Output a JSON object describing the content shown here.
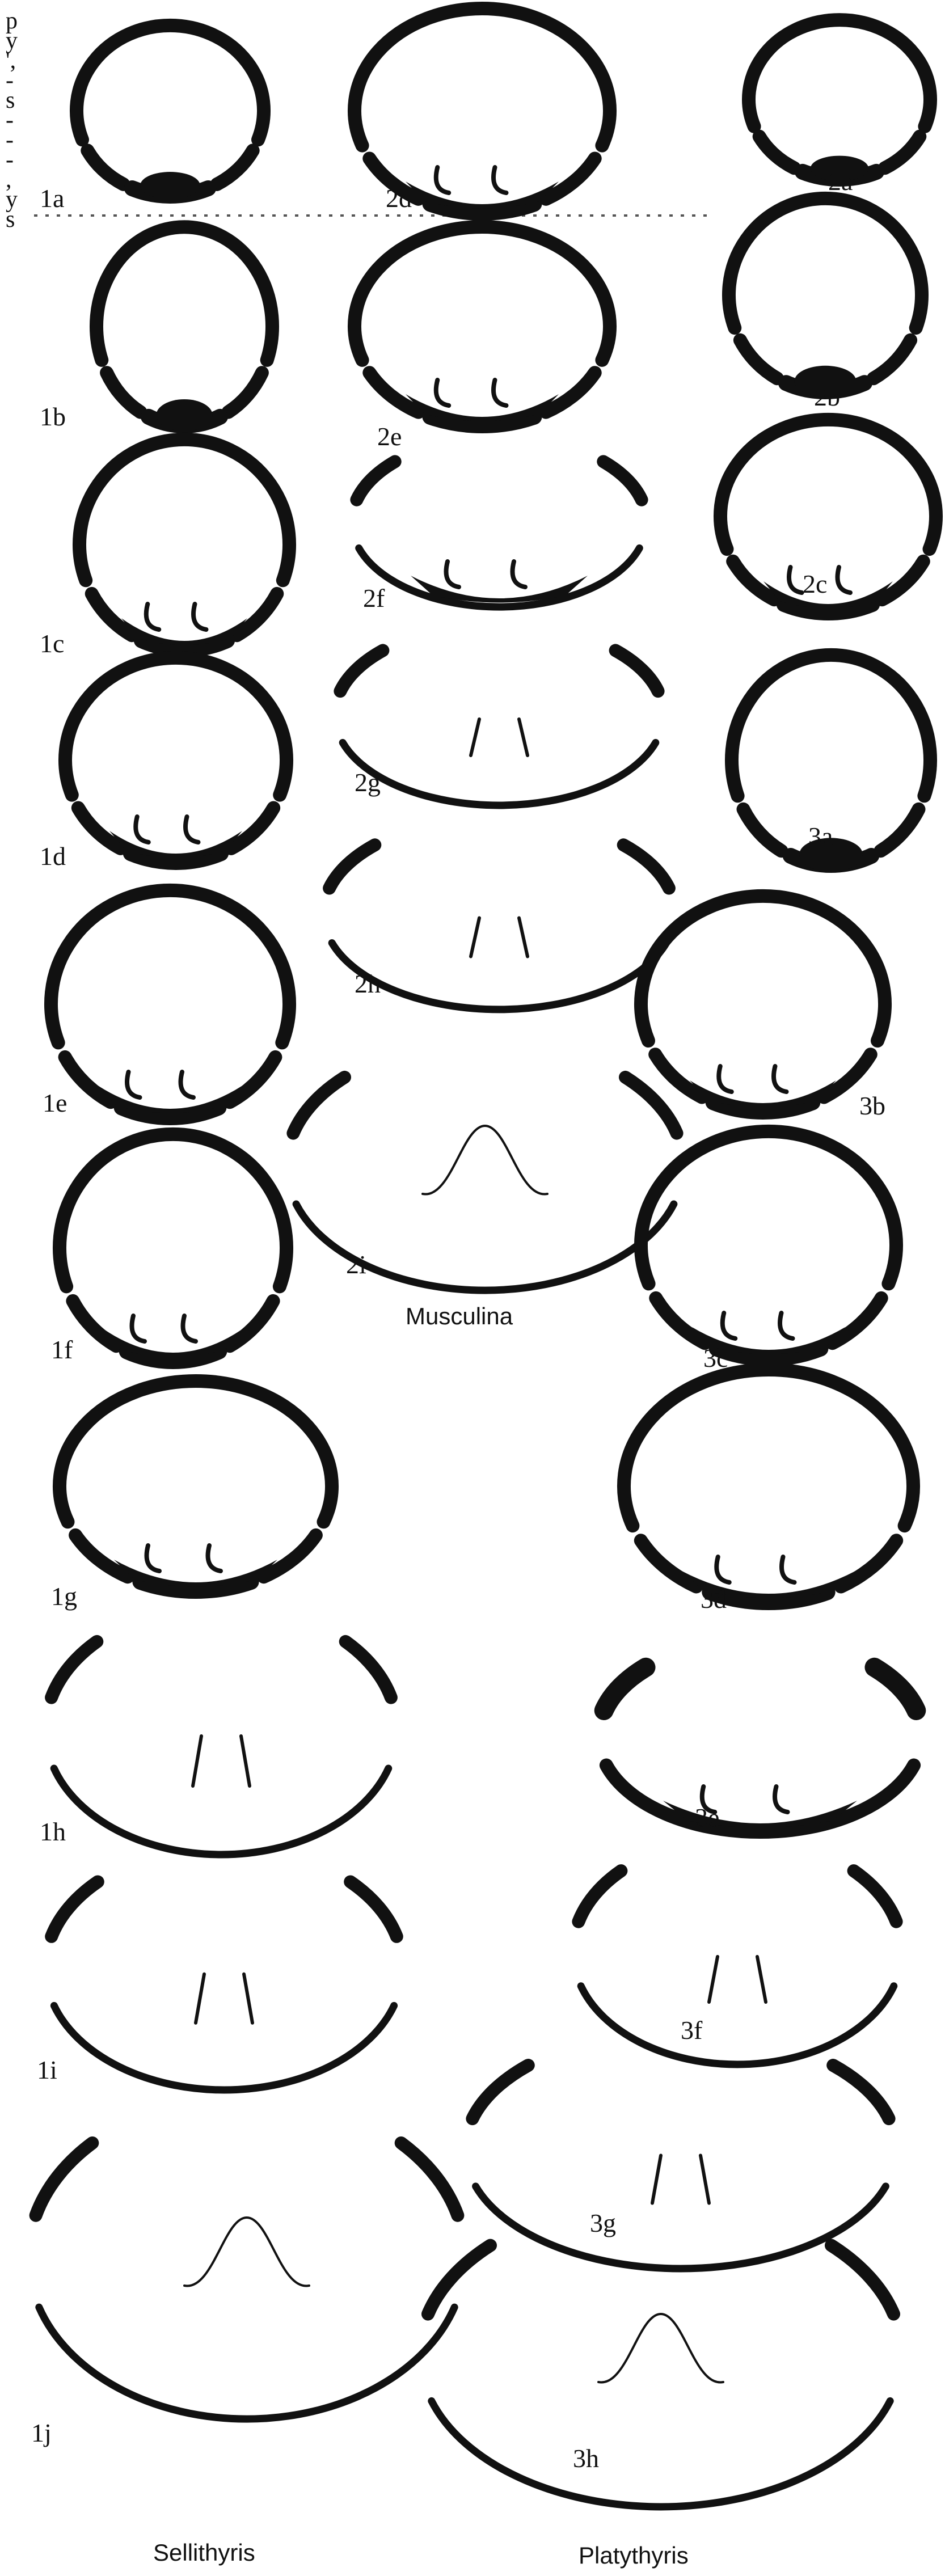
{
  "figure": {
    "title": "",
    "colors": {
      "ink": "#111111",
      "paper": "#ffffff"
    },
    "truncated_text_edge": [
      "p",
      "y",
      "',",
      "-",
      "s",
      "-",
      "-",
      "-",
      ",",
      "y",
      "s"
    ],
    "genera": [
      "Sellithyris",
      "Musculina",
      "Platythyris"
    ],
    "sections": [
      {
        "id": "1a",
        "label": "1a",
        "genus": "Sellithyris",
        "shape": "closed",
        "ring": "thick",
        "ventral": "solid"
      },
      {
        "id": "1b",
        "label": "1b",
        "genus": "Sellithyris",
        "shape": "closed",
        "ring": "thick",
        "ventral": "solid"
      },
      {
        "id": "1c",
        "label": "1c",
        "genus": "Sellithyris",
        "shape": "closed",
        "ring": "thick",
        "ventral": "crura"
      },
      {
        "id": "1d",
        "label": "1d",
        "genus": "Sellithyris",
        "shape": "closed",
        "ring": "thick",
        "ventral": "crura"
      },
      {
        "id": "1e",
        "label": "1e",
        "genus": "Sellithyris",
        "shape": "closed",
        "ring": "thick",
        "ventral": "crura"
      },
      {
        "id": "1f",
        "label": "1f",
        "genus": "Sellithyris",
        "shape": "closed",
        "ring": "thick",
        "ventral": "crura"
      },
      {
        "id": "1g",
        "label": "1g",
        "genus": "Sellithyris",
        "shape": "closed",
        "ring": "thick",
        "ventral": "crura"
      },
      {
        "id": "1h",
        "label": "1h",
        "genus": "Sellithyris",
        "shape": "open",
        "ring": "thin",
        "ventral": "ticks"
      },
      {
        "id": "1i",
        "label": "1i",
        "genus": "Sellithyris",
        "shape": "open",
        "ring": "thin",
        "ventral": "ticks"
      },
      {
        "id": "1j",
        "label": "1j",
        "genus": "Sellithyris",
        "shape": "open",
        "ring": "thin",
        "ventral": "loop"
      },
      {
        "id": "2a",
        "label": "2a",
        "genus": "Musculina",
        "shape": "closed",
        "ring": "thick",
        "ventral": "solid"
      },
      {
        "id": "2b",
        "label": "2b",
        "genus": "Musculina",
        "shape": "closed",
        "ring": "thick",
        "ventral": "solid"
      },
      {
        "id": "2c",
        "label": "2c",
        "genus": "Musculina",
        "shape": "closed",
        "ring": "thick",
        "ventral": "crura"
      },
      {
        "id": "2d",
        "label": "2d",
        "genus": "Musculina",
        "shape": "closed",
        "ring": "thick",
        "ventral": "crura"
      },
      {
        "id": "2e",
        "label": "2e",
        "genus": "Musculina",
        "shape": "closed",
        "ring": "thick",
        "ventral": "crura"
      },
      {
        "id": "2f",
        "label": "2f",
        "genus": "Musculina",
        "shape": "open",
        "ring": "thin",
        "ventral": "crura"
      },
      {
        "id": "2g",
        "label": "2g",
        "genus": "Musculina",
        "shape": "open",
        "ring": "thin",
        "ventral": "ticks"
      },
      {
        "id": "2h",
        "label": "2h",
        "genus": "Musculina",
        "shape": "open",
        "ring": "thin",
        "ventral": "ticks"
      },
      {
        "id": "2i",
        "label": "2i",
        "genus": "Musculina",
        "shape": "open",
        "ring": "thin",
        "ventral": "loop"
      },
      {
        "id": "3a",
        "label": "3a",
        "genus": "Platythyris",
        "shape": "closed",
        "ring": "thick",
        "ventral": "solid"
      },
      {
        "id": "3b",
        "label": "3b",
        "genus": "Platythyris",
        "shape": "closed",
        "ring": "thick",
        "ventral": "crura"
      },
      {
        "id": "3c",
        "label": "3c",
        "genus": "Platythyris",
        "shape": "closed",
        "ring": "thick",
        "ventral": "crura"
      },
      {
        "id": "3d",
        "label": "3d",
        "genus": "Platythyris",
        "shape": "closed",
        "ring": "thick",
        "ventral": "crura"
      },
      {
        "id": "3e",
        "label": "3e",
        "genus": "Platythyris",
        "shape": "open",
        "ring": "thick",
        "ventral": "crura"
      },
      {
        "id": "3f",
        "label": "3f",
        "genus": "Platythyris",
        "shape": "open",
        "ring": "thin",
        "ventral": "ticks"
      },
      {
        "id": "3g",
        "label": "3g",
        "genus": "Platythyris",
        "shape": "open",
        "ring": "thin",
        "ventral": "ticks"
      },
      {
        "id": "3h",
        "label": "3h",
        "genus": "Platythyris",
        "shape": "open",
        "ring": "thin",
        "ventral": "loop"
      }
    ]
  }
}
